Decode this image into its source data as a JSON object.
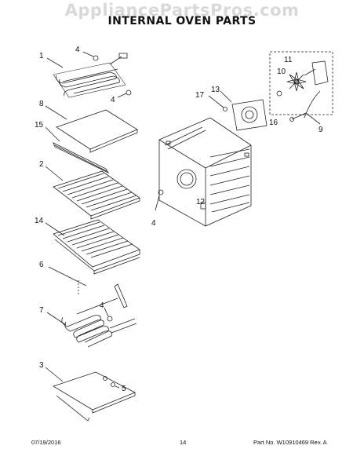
{
  "header": {
    "watermark": "AppliancePartsPros.com",
    "title": "INTERNAL OVEN PARTS"
  },
  "callouts": [
    "1",
    "4",
    "4",
    "8",
    "15",
    "2",
    "14",
    "6",
    "4",
    "7",
    "3",
    "5",
    "13",
    "17",
    "11",
    "10",
    "16",
    "9",
    "12",
    "4"
  ],
  "footer": {
    "date": "07/19/2016",
    "page": "14",
    "part_no": "Part No. W10910469  Rev. A"
  }
}
